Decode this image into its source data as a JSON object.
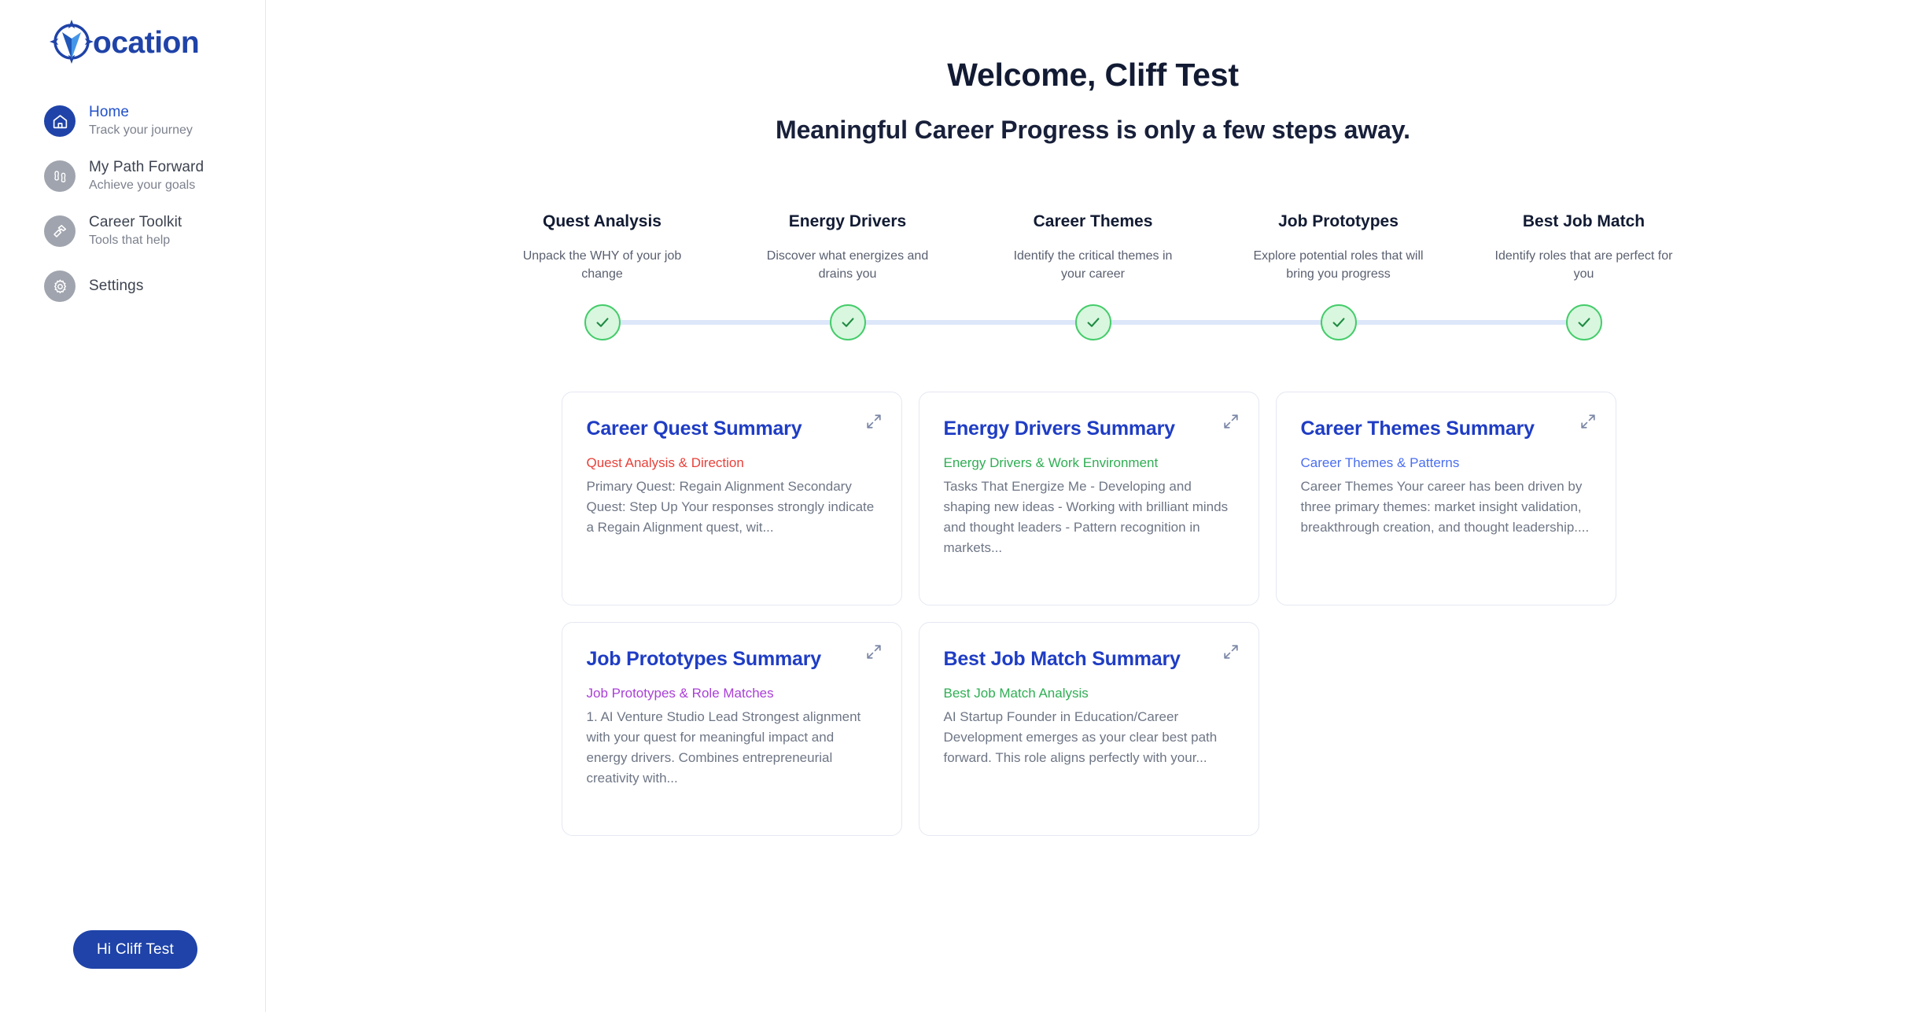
{
  "brand": {
    "name": "Vocation",
    "logo_icon": "compass-logo-icon",
    "primary_color": "#1f43a8",
    "accent_color": "#2150c8"
  },
  "sidebar": {
    "items": [
      {
        "label": "Home",
        "sub": "Track your journey",
        "icon": "home-icon",
        "active": true
      },
      {
        "label": "My Path Forward",
        "sub": "Achieve your goals",
        "icon": "footprints-icon",
        "active": false
      },
      {
        "label": "Career Toolkit",
        "sub": "Tools that help",
        "icon": "hammer-icon",
        "active": false
      },
      {
        "label": "Settings",
        "sub": "",
        "icon": "gear-icon",
        "active": false
      }
    ],
    "user_pill_label": "Hi Cliff Test"
  },
  "header": {
    "title": "Welcome, Cliff Test",
    "subtitle": "Meaningful Career Progress is only a few steps away."
  },
  "stepper": {
    "completed_color": "#44cc6a",
    "node_fill": "#d8f7de",
    "connector_color": "#dde7fa",
    "steps": [
      {
        "label": "Quest Analysis",
        "desc": "Unpack the WHY of your job change",
        "state": "complete"
      },
      {
        "label": "Energy Drivers",
        "desc": "Discover what energizes and drains you",
        "state": "complete"
      },
      {
        "label": "Career Themes",
        "desc": "Identify the critical themes in your career",
        "state": "complete"
      },
      {
        "label": "Job Prototypes",
        "desc": "Explore potential roles that will bring you progress",
        "state": "complete"
      },
      {
        "label": "Best Job Match",
        "desc": "Identify roles that are perfect for you",
        "state": "complete"
      }
    ]
  },
  "cards": [
    {
      "title": "Career Quest Summary",
      "subtitle": "Quest Analysis & Direction",
      "subtitle_color": "#e8413a",
      "body": "Primary Quest: Regain Alignment Secondary Quest: Step Up Your responses strongly indicate a Regain Alignment quest, wit...",
      "expand_icon": "expand-icon"
    },
    {
      "title": "Energy Drivers Summary",
      "subtitle": "Energy Drivers & Work Environment",
      "subtitle_color": "#2fae54",
      "body": "Tasks That Energize Me - Developing and shaping new ideas - Working with brilliant minds and thought leaders - Pattern recognition in markets...",
      "expand_icon": "expand-icon"
    },
    {
      "title": "Career Themes Summary",
      "subtitle": "Career Themes & Patterns",
      "subtitle_color": "#4a6ef0",
      "body": "Career Themes Your career has been driven by three primary themes: market insight validation, breakthrough creation, and thought leadership....",
      "expand_icon": "expand-icon"
    },
    {
      "title": "Job Prototypes Summary",
      "subtitle": "Job Prototypes & Role Matches",
      "subtitle_color": "#a93fd6",
      "body": "1. AI Venture Studio Lead Strongest alignment with your quest for meaningful impact and energy drivers. Combines entrepreneurial creativity with...",
      "expand_icon": "expand-icon"
    },
    {
      "title": "Best Job Match Summary",
      "subtitle": "Best Job Match Analysis",
      "subtitle_color": "#2fae54",
      "body": "AI Startup Founder in Education/Career Development emerges as your clear best path forward. This role aligns perfectly with your...",
      "expand_icon": "expand-icon"
    }
  ]
}
